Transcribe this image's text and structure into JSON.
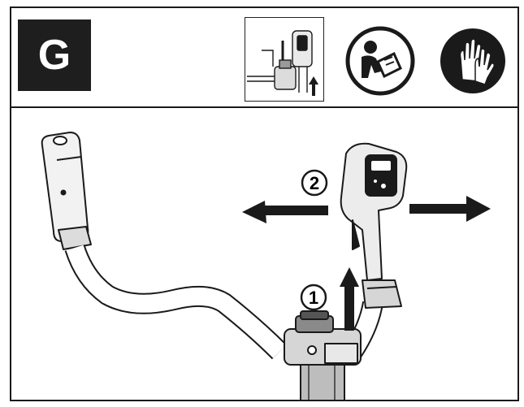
{
  "step": {
    "letter": "G"
  },
  "markers": {
    "one": "1",
    "two": "2"
  },
  "icons": {
    "thumbnail": "assembly-thumbnail-icon",
    "manual": "read-manual-icon",
    "gloves": "wear-gloves-icon",
    "arrow_up": "arrow-up-icon",
    "arrow_left": "arrow-left-icon",
    "arrow_right": "arrow-right-icon"
  },
  "colors": {
    "ink": "#1a1a1a",
    "paper": "#ffffff",
    "shade": "#8a8a8a"
  }
}
